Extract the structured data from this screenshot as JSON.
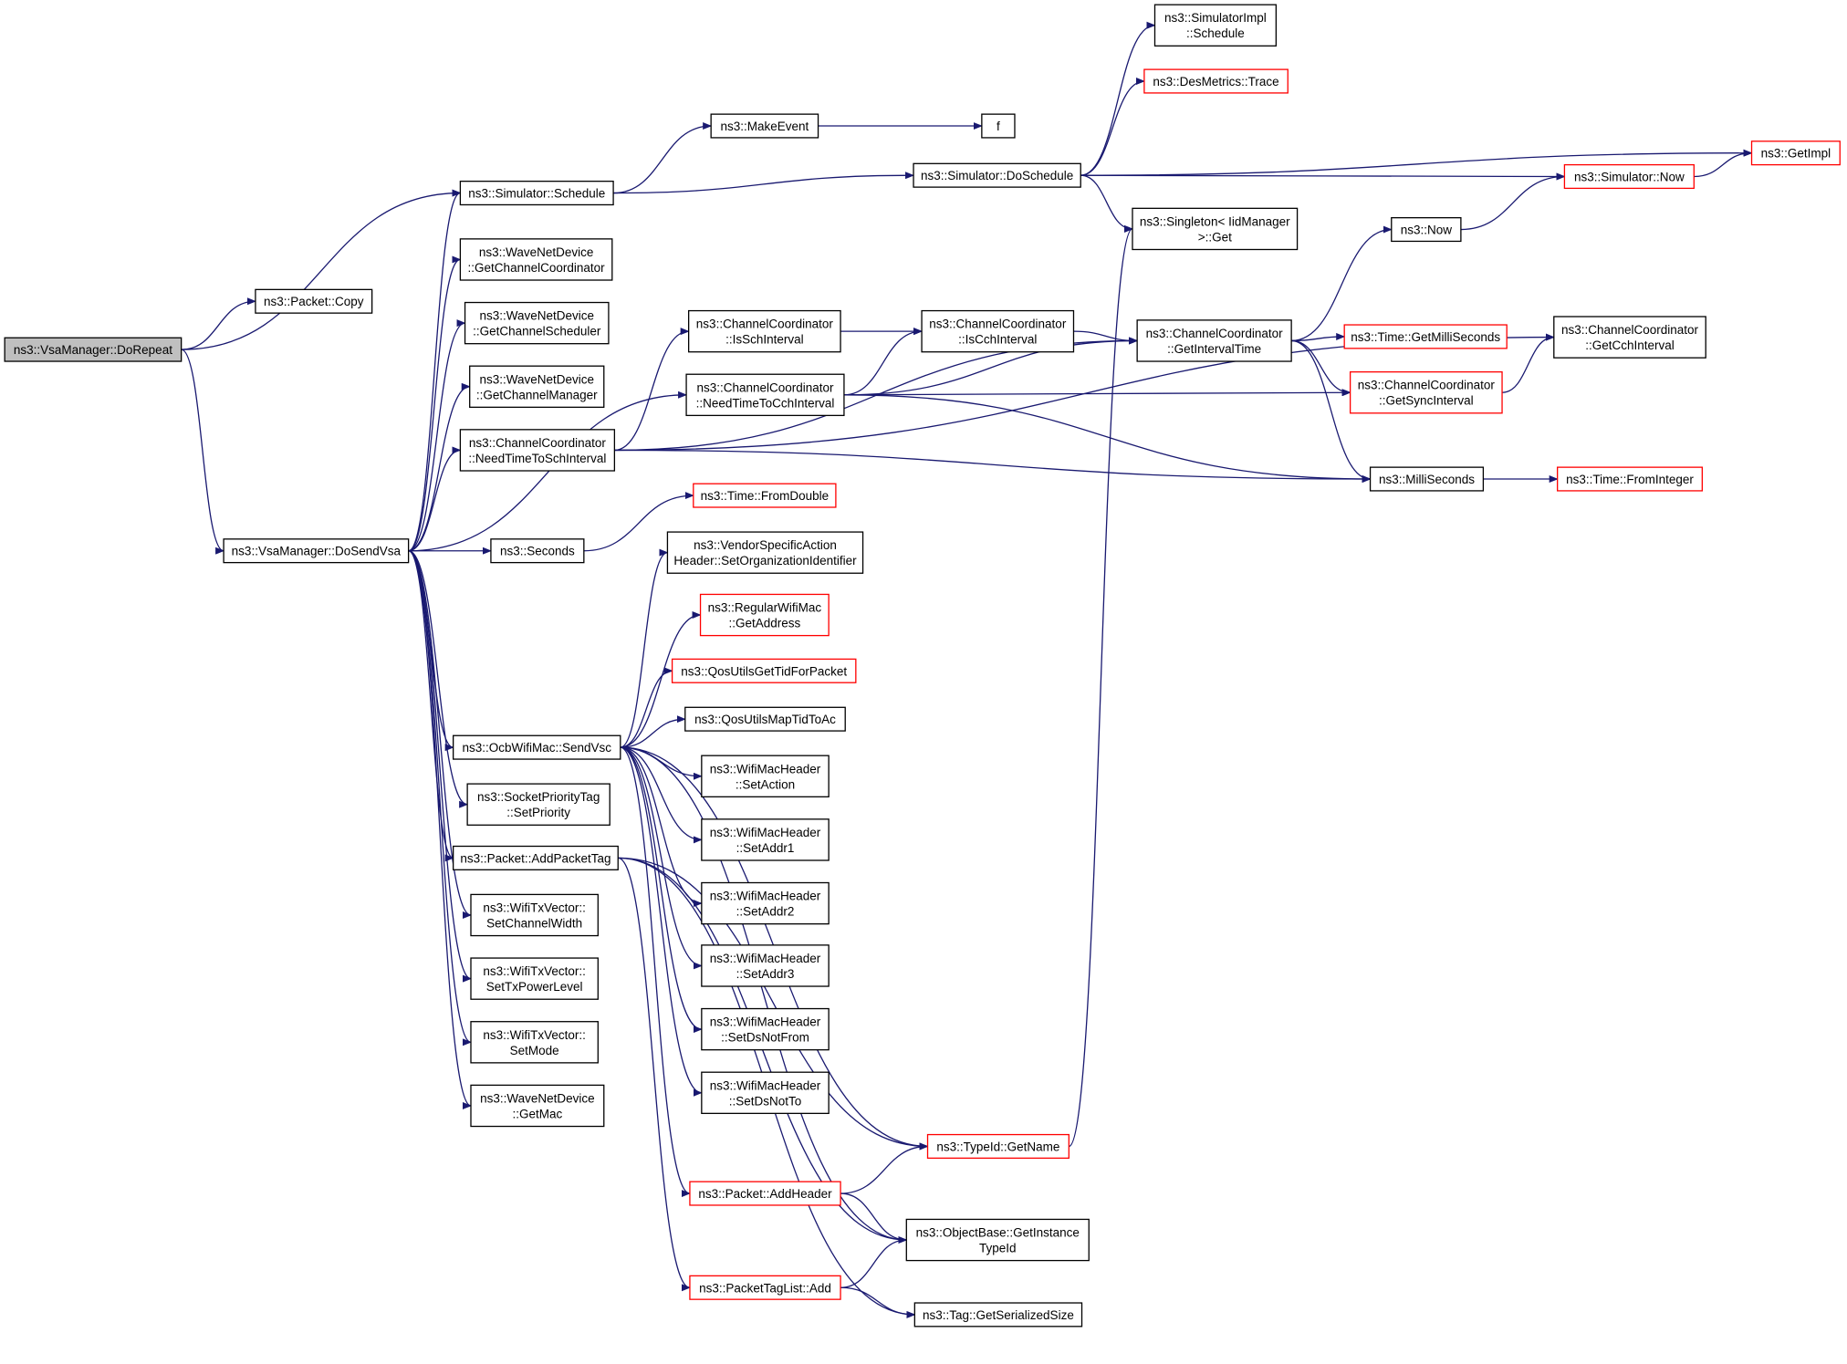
{
  "colors": {
    "edge": "#191970",
    "box_border": "#000000",
    "truncated_border": "#ff0000",
    "root_fill": "#bfbfbf"
  },
  "nodes": [
    {
      "id": "doRepeat",
      "lines": [
        "ns3::VsaManager::DoRepeat"
      ],
      "root": true
    },
    {
      "id": "packetCopy",
      "lines": [
        "ns3::Packet::Copy"
      ]
    },
    {
      "id": "doSendVsa",
      "lines": [
        "ns3::VsaManager::DoSendVsa"
      ]
    },
    {
      "id": "simSchedule",
      "lines": [
        "ns3::Simulator::Schedule"
      ]
    },
    {
      "id": "makeEvent",
      "lines": [
        "ns3::MakeEvent"
      ]
    },
    {
      "id": "f",
      "lines": [
        "f"
      ]
    },
    {
      "id": "simDoSchedule",
      "lines": [
        "ns3::Simulator::DoSchedule"
      ]
    },
    {
      "id": "simImplSchedule",
      "lines": [
        "ns3::SimulatorImpl",
        "::Schedule"
      ]
    },
    {
      "id": "desTrace",
      "lines": [
        "ns3::DesMetrics::Trace"
      ],
      "red": true
    },
    {
      "id": "getImpl",
      "lines": [
        "ns3::GetImpl"
      ],
      "red": true
    },
    {
      "id": "simNow",
      "lines": [
        "ns3::Simulator::Now"
      ],
      "red": true
    },
    {
      "id": "singletonGet",
      "lines": [
        "ns3::Singleton< IidManager",
        ">::Get"
      ]
    },
    {
      "id": "wndGetCC",
      "lines": [
        "ns3::WaveNetDevice",
        "::GetChannelCoordinator"
      ]
    },
    {
      "id": "wndGetCS",
      "lines": [
        "ns3::WaveNetDevice",
        "::GetChannelScheduler"
      ]
    },
    {
      "id": "wndGetCM",
      "lines": [
        "ns3::WaveNetDevice",
        "::GetChannelManager"
      ]
    },
    {
      "id": "ccNeedSch",
      "lines": [
        "ns3::ChannelCoordinator",
        "::NeedTimeToSchInterval"
      ]
    },
    {
      "id": "ccIsSch",
      "lines": [
        "ns3::ChannelCoordinator",
        "::IsSchInterval"
      ]
    },
    {
      "id": "ccNeedCch",
      "lines": [
        "ns3::ChannelCoordinator",
        "::NeedTimeToCchInterval"
      ]
    },
    {
      "id": "ccIsCch",
      "lines": [
        "ns3::ChannelCoordinator",
        "::IsCchInterval"
      ]
    },
    {
      "id": "ccGetInterval",
      "lines": [
        "ns3::ChannelCoordinator",
        "::GetIntervalTime"
      ]
    },
    {
      "id": "now",
      "lines": [
        "ns3::Now"
      ]
    },
    {
      "id": "timeGetMs",
      "lines": [
        "ns3::Time::GetMilliSeconds"
      ],
      "red": true
    },
    {
      "id": "ccGetSync",
      "lines": [
        "ns3::ChannelCoordinator",
        "::GetSyncInterval"
      ],
      "red": true
    },
    {
      "id": "ccGetCch",
      "lines": [
        "ns3::ChannelCoordinator",
        "::GetCchInterval"
      ]
    },
    {
      "id": "milliSeconds",
      "lines": [
        "ns3::MilliSeconds"
      ]
    },
    {
      "id": "timeFromInt",
      "lines": [
        "ns3::Time::FromInteger"
      ],
      "red": true
    },
    {
      "id": "seconds",
      "lines": [
        "ns3::Seconds"
      ]
    },
    {
      "id": "timeFromDouble",
      "lines": [
        "ns3::Time::FromDouble"
      ],
      "red": true
    },
    {
      "id": "vsaSetOrg",
      "lines": [
        "ns3::VendorSpecificAction",
        "Header::SetOrganizationIdentifier"
      ]
    },
    {
      "id": "rwmGetAddr",
      "lines": [
        "ns3::RegularWifiMac",
        "::GetAddress"
      ],
      "red": true
    },
    {
      "id": "qosGetTid",
      "lines": [
        "ns3::QosUtilsGetTidForPacket"
      ],
      "red": true
    },
    {
      "id": "qosMapTid",
      "lines": [
        "ns3::QosUtilsMapTidToAc"
      ]
    },
    {
      "id": "ocbSendVsc",
      "lines": [
        "ns3::OcbWifiMac::SendVsc"
      ]
    },
    {
      "id": "whSetAction",
      "lines": [
        "ns3::WifiMacHeader",
        "::SetAction"
      ]
    },
    {
      "id": "whSetAddr1",
      "lines": [
        "ns3::WifiMacHeader",
        "::SetAddr1"
      ]
    },
    {
      "id": "whSetAddr2",
      "lines": [
        "ns3::WifiMacHeader",
        "::SetAddr2"
      ]
    },
    {
      "id": "whSetAddr3",
      "lines": [
        "ns3::WifiMacHeader",
        "::SetAddr3"
      ]
    },
    {
      "id": "whSetDsNotFrom",
      "lines": [
        "ns3::WifiMacHeader",
        "::SetDsNotFrom"
      ]
    },
    {
      "id": "whSetDsNotTo",
      "lines": [
        "ns3::WifiMacHeader",
        "::SetDsNotTo"
      ]
    },
    {
      "id": "sptSetPriority",
      "lines": [
        "ns3::SocketPriorityTag",
        "::SetPriority"
      ]
    },
    {
      "id": "pktAddPacketTag",
      "lines": [
        "ns3::Packet::AddPacketTag"
      ]
    },
    {
      "id": "txSetCW",
      "lines": [
        "ns3::WifiTxVector::",
        "SetChannelWidth"
      ]
    },
    {
      "id": "txSetPower",
      "lines": [
        "ns3::WifiTxVector::",
        "SetTxPowerLevel"
      ]
    },
    {
      "id": "txSetMode",
      "lines": [
        "ns3::WifiTxVector::",
        "SetMode"
      ]
    },
    {
      "id": "wndGetMac",
      "lines": [
        "ns3::WaveNetDevice",
        "::GetMac"
      ]
    },
    {
      "id": "typeIdGetName",
      "lines": [
        "ns3::TypeId::GetName"
      ],
      "red": true
    },
    {
      "id": "pktAddHeader",
      "lines": [
        "ns3::Packet::AddHeader"
      ],
      "red": true
    },
    {
      "id": "obGetTypeId",
      "lines": [
        "ns3::ObjectBase::GetInstance",
        "TypeId"
      ]
    },
    {
      "id": "ptlAdd",
      "lines": [
        "ns3::PacketTagList::Add"
      ],
      "red": true
    },
    {
      "id": "tagGetSize",
      "lines": [
        "ns3::Tag::GetSerializedSize"
      ]
    }
  ],
  "edges": [
    [
      "doRepeat",
      "packetCopy"
    ],
    [
      "doRepeat",
      "simSchedule"
    ],
    [
      "doRepeat",
      "doSendVsa"
    ],
    [
      "simSchedule",
      "makeEvent"
    ],
    [
      "simSchedule",
      "simDoSchedule"
    ],
    [
      "makeEvent",
      "f"
    ],
    [
      "simDoSchedule",
      "simImplSchedule"
    ],
    [
      "simDoSchedule",
      "desTrace"
    ],
    [
      "simDoSchedule",
      "getImpl"
    ],
    [
      "simDoSchedule",
      "simNow"
    ],
    [
      "simDoSchedule",
      "singletonGet"
    ],
    [
      "simNow",
      "getImpl"
    ],
    [
      "doSendVsa",
      "simSchedule"
    ],
    [
      "doSendVsa",
      "wndGetCC"
    ],
    [
      "doSendVsa",
      "wndGetCS"
    ],
    [
      "doSendVsa",
      "wndGetCM"
    ],
    [
      "doSendVsa",
      "ccNeedSch"
    ],
    [
      "doSendVsa",
      "ccNeedCch"
    ],
    [
      "doSendVsa",
      "seconds"
    ],
    [
      "doSendVsa",
      "ocbSendVsc"
    ],
    [
      "doSendVsa",
      "sptSetPriority"
    ],
    [
      "doSendVsa",
      "pktAddPacketTag"
    ],
    [
      "doSendVsa",
      "txSetCW"
    ],
    [
      "doSendVsa",
      "txSetPower"
    ],
    [
      "doSendVsa",
      "txSetMode"
    ],
    [
      "doSendVsa",
      "wndGetMac"
    ],
    [
      "ccNeedSch",
      "ccIsSch"
    ],
    [
      "ccNeedSch",
      "ccGetInterval"
    ],
    [
      "ccNeedSch",
      "ccGetCch"
    ],
    [
      "ccNeedSch",
      "milliSeconds"
    ],
    [
      "ccIsSch",
      "ccIsCch"
    ],
    [
      "ccIsCch",
      "ccGetInterval"
    ],
    [
      "ccNeedCch",
      "ccIsCch"
    ],
    [
      "ccNeedCch",
      "ccGetInterval"
    ],
    [
      "ccNeedCch",
      "ccGetSync"
    ],
    [
      "ccNeedCch",
      "milliSeconds"
    ],
    [
      "ccGetInterval",
      "now"
    ],
    [
      "ccGetInterval",
      "timeGetMs"
    ],
    [
      "ccGetInterval",
      "ccGetSync"
    ],
    [
      "ccGetInterval",
      "milliSeconds"
    ],
    [
      "now",
      "simNow"
    ],
    [
      "ccGetSync",
      "ccGetCch"
    ],
    [
      "milliSeconds",
      "timeFromInt"
    ],
    [
      "seconds",
      "timeFromDouble"
    ],
    [
      "ocbSendVsc",
      "vsaSetOrg"
    ],
    [
      "ocbSendVsc",
      "rwmGetAddr"
    ],
    [
      "ocbSendVsc",
      "qosGetTid"
    ],
    [
      "ocbSendVsc",
      "qosMapTid"
    ],
    [
      "ocbSendVsc",
      "whSetAction"
    ],
    [
      "ocbSendVsc",
      "whSetAddr1"
    ],
    [
      "ocbSendVsc",
      "whSetAddr2"
    ],
    [
      "ocbSendVsc",
      "whSetAddr3"
    ],
    [
      "ocbSendVsc",
      "whSetDsNotFrom"
    ],
    [
      "ocbSendVsc",
      "whSetDsNotTo"
    ],
    [
      "ocbSendVsc",
      "pktAddHeader"
    ],
    [
      "ocbSendVsc",
      "typeIdGetName"
    ],
    [
      "ocbSendVsc",
      "obGetTypeId"
    ],
    [
      "pktAddPacketTag",
      "ptlAdd"
    ],
    [
      "pktAddPacketTag",
      "typeIdGetName"
    ],
    [
      "pktAddPacketTag",
      "obGetTypeId"
    ],
    [
      "pktAddPacketTag",
      "tagGetSize"
    ],
    [
      "pktAddHeader",
      "typeIdGetName"
    ],
    [
      "pktAddHeader",
      "obGetTypeId"
    ],
    [
      "ptlAdd",
      "obGetTypeId"
    ],
    [
      "ptlAdd",
      "tagGetSize"
    ],
    [
      "typeIdGetName",
      "singletonGet"
    ]
  ]
}
